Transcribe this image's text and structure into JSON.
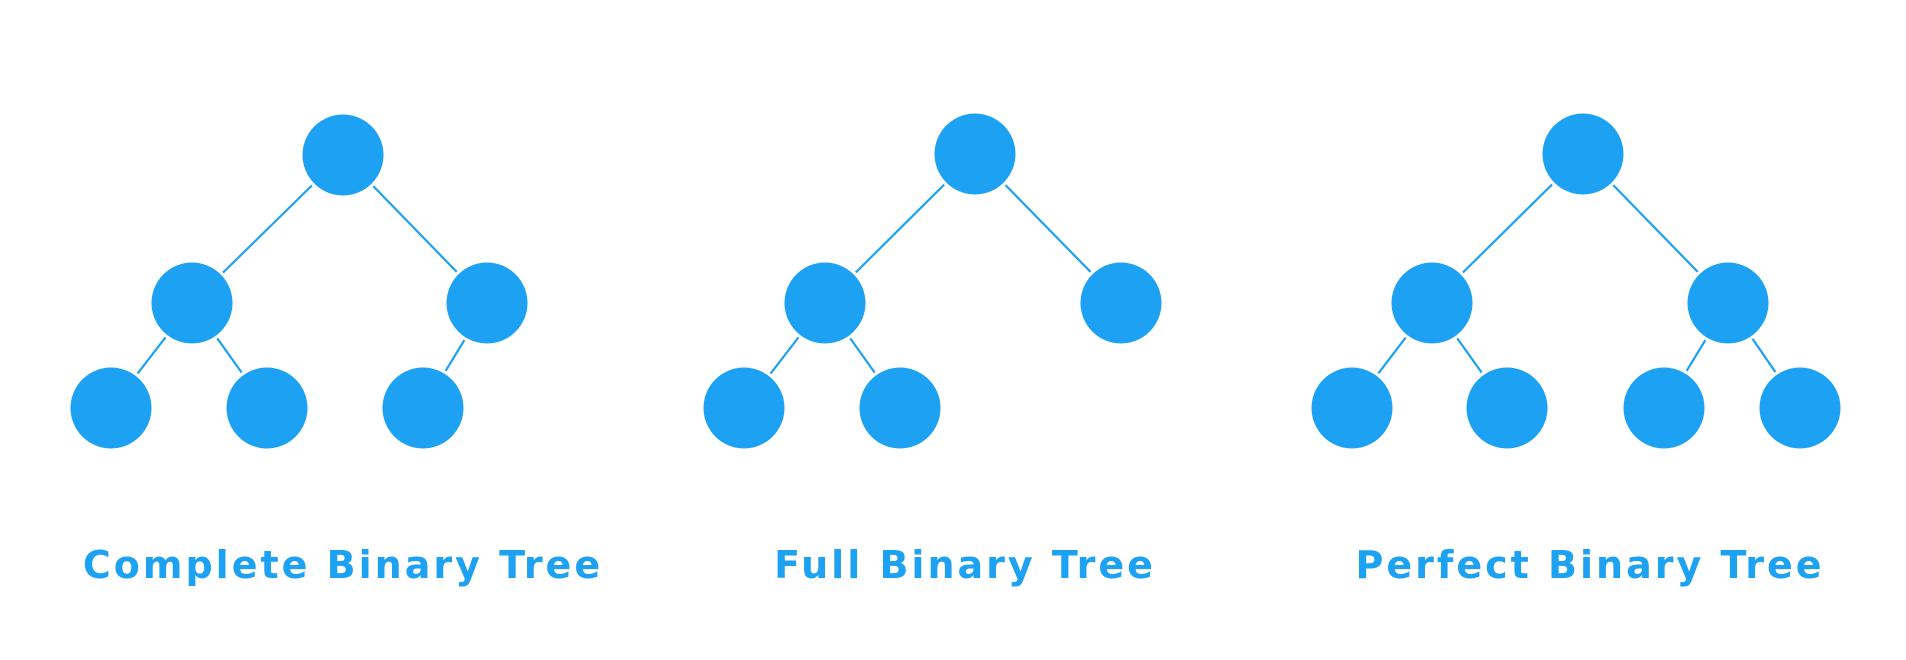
{
  "colors": {
    "accent": "#1da1f2",
    "background": "#ffffff"
  },
  "trees": [
    {
      "label": "Complete Binary Tree",
      "nodes": [
        "root",
        "left",
        "right",
        "left-left",
        "left-right",
        "right-left"
      ],
      "edges": [
        [
          "root",
          "left"
        ],
        [
          "root",
          "right"
        ],
        [
          "left",
          "left-left"
        ],
        [
          "left",
          "left-right"
        ],
        [
          "right",
          "right-left"
        ]
      ]
    },
    {
      "label": "Full Binary Tree",
      "nodes": [
        "root",
        "left",
        "right",
        "left-left",
        "left-right"
      ],
      "edges": [
        [
          "root",
          "left"
        ],
        [
          "root",
          "right"
        ],
        [
          "left",
          "left-left"
        ],
        [
          "left",
          "left-right"
        ]
      ]
    },
    {
      "label": "Perfect Binary Tree",
      "nodes": [
        "root",
        "left",
        "right",
        "left-left",
        "left-right",
        "right-left",
        "right-right"
      ],
      "edges": [
        [
          "root",
          "left"
        ],
        [
          "root",
          "right"
        ],
        [
          "left",
          "left-left"
        ],
        [
          "left",
          "left-right"
        ],
        [
          "right",
          "right-left"
        ],
        [
          "right",
          "right-right"
        ]
      ]
    }
  ]
}
